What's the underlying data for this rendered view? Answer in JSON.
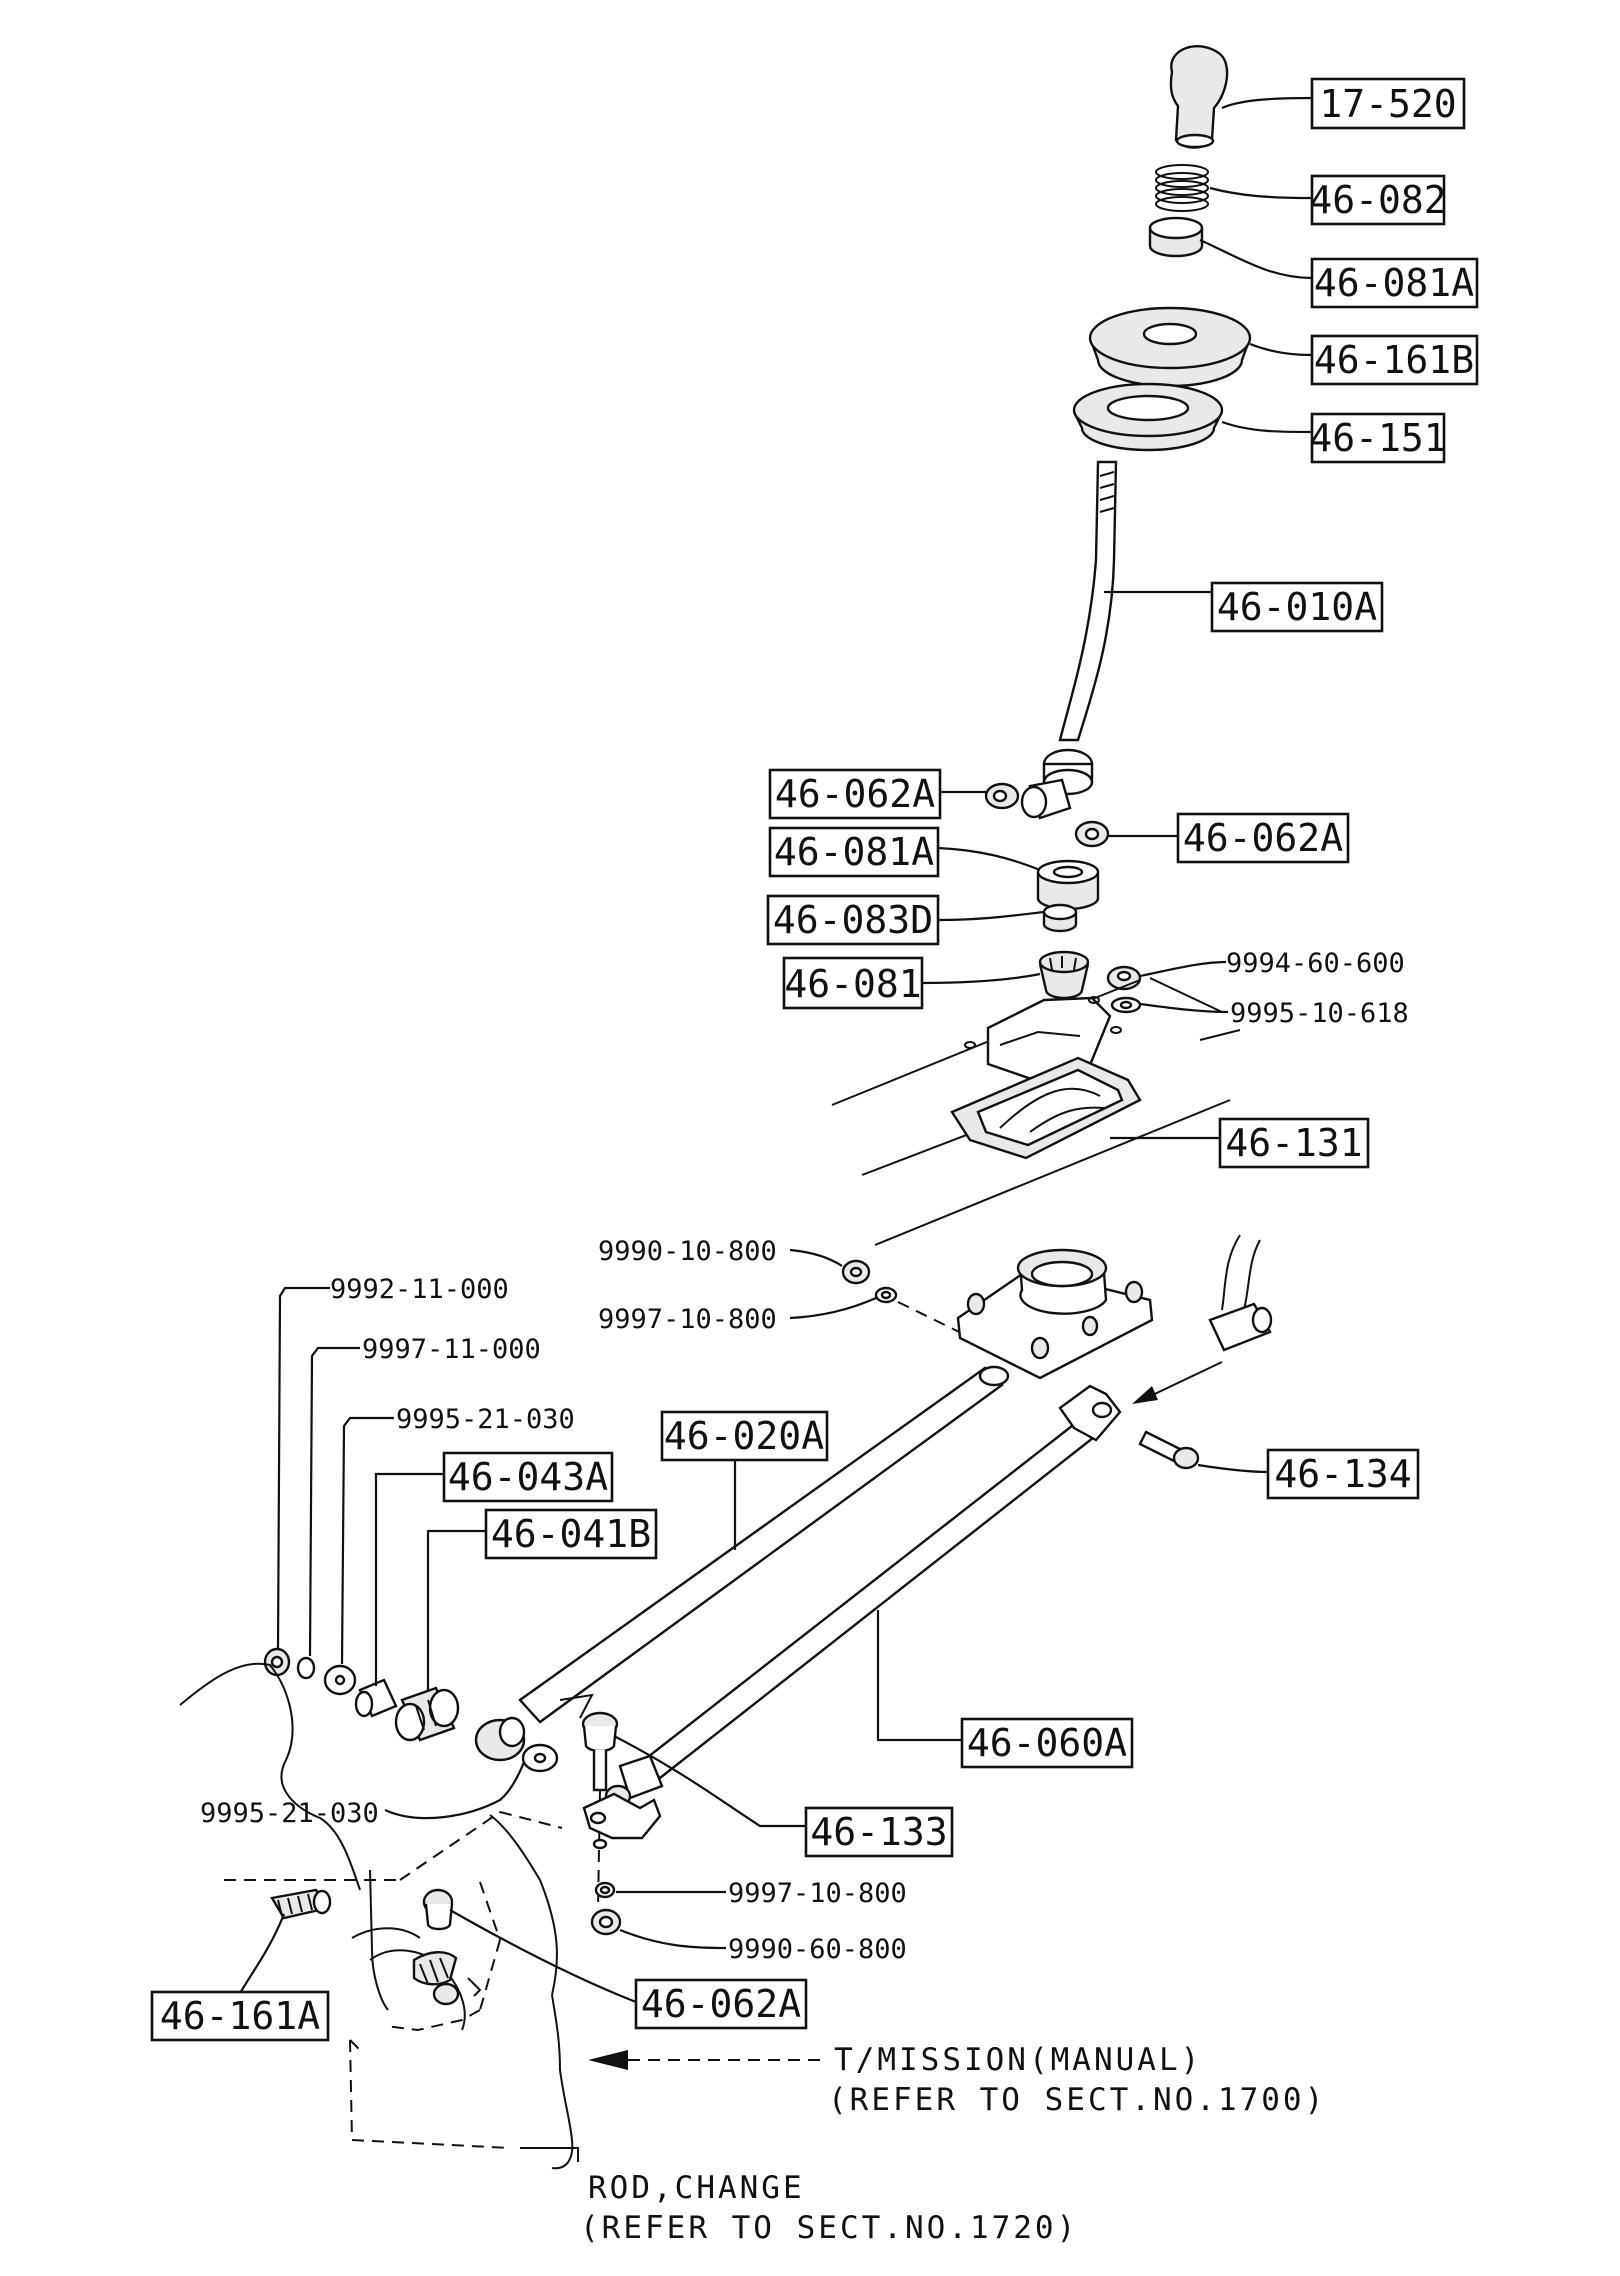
{
  "boxed_labels": [
    {
      "id": "b1",
      "text": "17-520"
    },
    {
      "id": "b2",
      "text": "46-082"
    },
    {
      "id": "b3",
      "text": "46-081A"
    },
    {
      "id": "b4",
      "text": "46-161B"
    },
    {
      "id": "b5",
      "text": "46-151"
    },
    {
      "id": "b6",
      "text": "46-010A"
    },
    {
      "id": "b7",
      "text": "46-062A"
    },
    {
      "id": "b8",
      "text": "46-062A"
    },
    {
      "id": "b9",
      "text": "46-081A"
    },
    {
      "id": "b10",
      "text": "46-083D"
    },
    {
      "id": "b11",
      "text": "46-081"
    },
    {
      "id": "b12",
      "text": "46-131"
    },
    {
      "id": "b13",
      "text": "46-020A"
    },
    {
      "id": "b14",
      "text": "46-043A"
    },
    {
      "id": "b15",
      "text": "46-041B"
    },
    {
      "id": "b16",
      "text": "46-134"
    },
    {
      "id": "b17",
      "text": "46-060A"
    },
    {
      "id": "b18",
      "text": "46-133"
    },
    {
      "id": "b19",
      "text": "46-062A"
    },
    {
      "id": "b20",
      "text": "46-161A"
    }
  ],
  "plain_labels": [
    {
      "id": "p1",
      "text": "9994-60-600"
    },
    {
      "id": "p2",
      "text": "9995-10-618"
    },
    {
      "id": "p3",
      "text": "9990-10-800"
    },
    {
      "id": "p4",
      "text": "9997-10-800"
    },
    {
      "id": "p5",
      "text": "9992-11-000"
    },
    {
      "id": "p6",
      "text": "9997-11-000"
    },
    {
      "id": "p7",
      "text": "9995-21-030"
    },
    {
      "id": "p8",
      "text": "9995-21-030"
    },
    {
      "id": "p9",
      "text": "9997-10-800"
    },
    {
      "id": "p10",
      "text": "9990-60-800"
    }
  ],
  "notes": {
    "transmission_line1": "T/MISSION(MANUAL)",
    "transmission_line2": "(REFER TO SECT.NO.1700)",
    "rod_line1": "ROD,CHANGE",
    "rod_line2": "(REFER TO SECT.NO.1720)"
  }
}
